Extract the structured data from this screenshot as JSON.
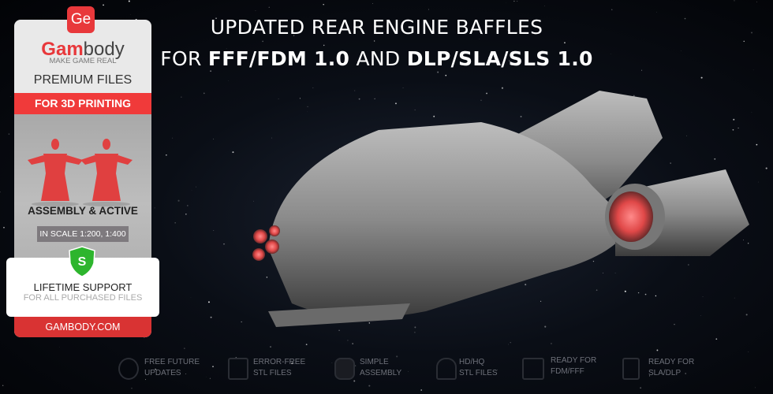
{
  "headline": {
    "line1": "UPDATED REAR ENGINE BAFFLES",
    "line2_prefix": "FOR ",
    "line2_bold1": "FFF/FDM 1.0",
    "line2_mid": " AND ",
    "line2_bold2": "DLP/SLA/SLS 1.0"
  },
  "card": {
    "logo": "Ge",
    "brand_red": "Gam",
    "brand_grey": "body",
    "tagline": "MAKE GAME REAL",
    "premium": "PREMIUM FILES",
    "for_3d": "FOR 3D PRINTING",
    "assembly": "ASSEMBLY & ACTIVE",
    "scale": "IN SCALE 1:200, 1:400",
    "shield_letter": "S",
    "support_title": "LIFETIME SUPPORT",
    "support_sub": "FOR ALL PURCHASED FILES",
    "site": "GAMBODY.COM"
  },
  "features": [
    {
      "icon": "refresh-icon",
      "l1": "FREE FUTURE",
      "l2": "UPDATES"
    },
    {
      "icon": "file-check-icon",
      "l1": "ERROR-FREE",
      "l2": "STL FILES"
    },
    {
      "icon": "puzzle-icon",
      "l1": "SIMPLE",
      "l2": "ASSEMBLY"
    },
    {
      "icon": "figure-icon",
      "l1": "HD/HQ",
      "l2": "STL FILES"
    },
    {
      "icon": "fdm-printer-icon",
      "l1": "READY FOR",
      "l2": "FDM/FFF"
    },
    {
      "icon": "sla-printer-icon",
      "l1": "READY FOR",
      "l2": "SLA/DLP"
    }
  ],
  "colors": {
    "brand_red": "#e8383b",
    "shield_green": "#2db52d"
  }
}
